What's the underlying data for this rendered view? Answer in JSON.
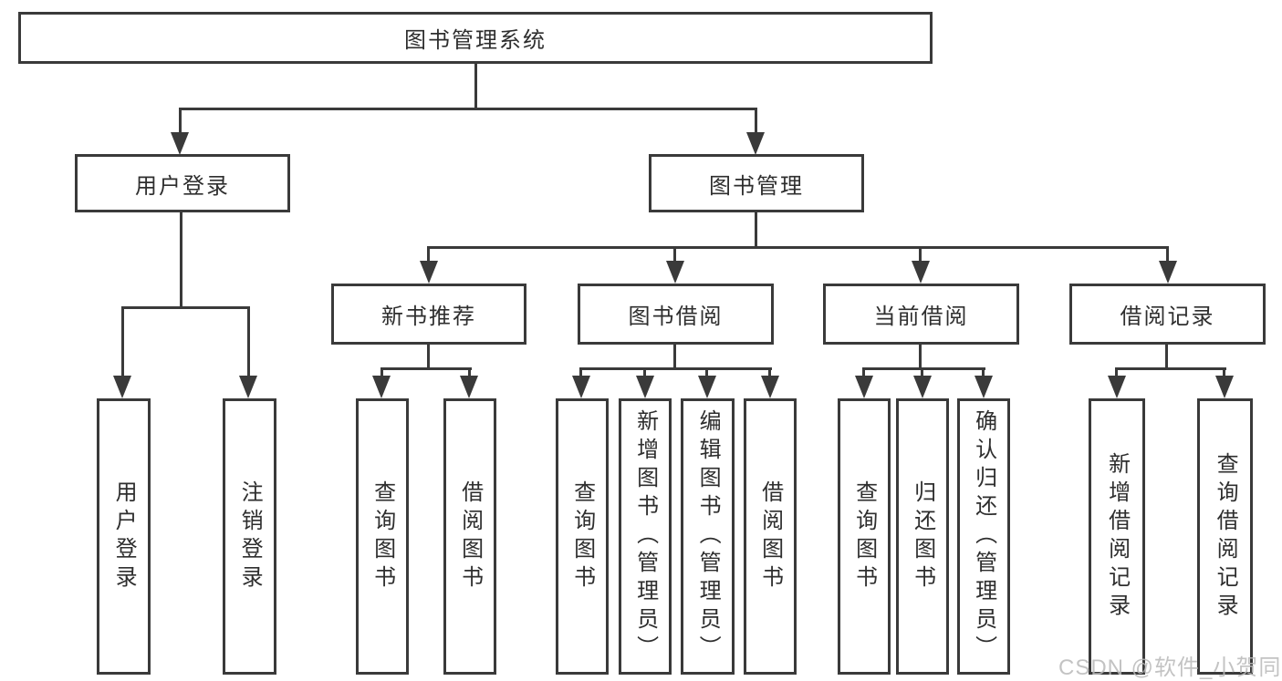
{
  "colors": {
    "line": "#3a3a3a",
    "text": "#2e2e2e",
    "node_background": "#ffffff",
    "page_background": "#ffffff",
    "watermark": "#b9b9b9"
  },
  "tree": {
    "root": {
      "label": "图书管理系统"
    },
    "branches": [
      {
        "label": "用户登录",
        "leaves": [
          "用户登录",
          "注销登录"
        ]
      },
      {
        "label": "图书管理",
        "groups": [
          {
            "label": "新书推荐",
            "leaves": [
              "查询图书",
              "借阅图书"
            ]
          },
          {
            "label": "图书借阅",
            "leaves": [
              "查询图书",
              "新增图书（管理员）",
              "编辑图书（管理员）",
              "借阅图书"
            ]
          },
          {
            "label": "当前借阅",
            "leaves": [
              "查询图书",
              "归还图书",
              "确认归还（管理员）"
            ]
          },
          {
            "label": "借阅记录",
            "leaves": [
              "新增借阅记录",
              "查询借阅记录"
            ]
          }
        ]
      }
    ]
  },
  "watermark": {
    "text": "CSDN @软件_小贺同学"
  }
}
